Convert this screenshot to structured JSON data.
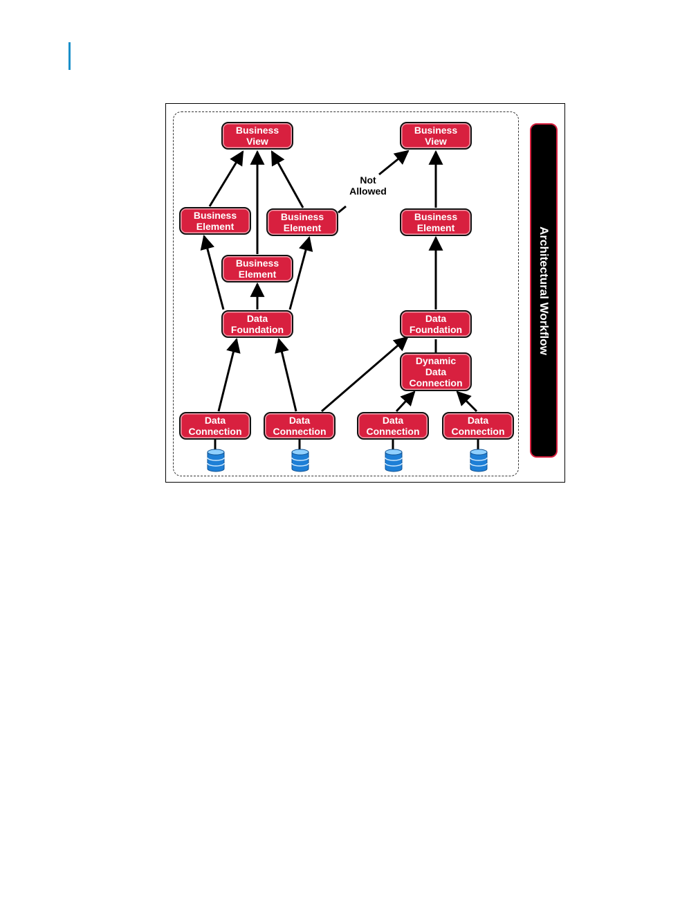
{
  "colors": {
    "node_fill": "#d8203f",
    "node_border": "#111111",
    "banner_fill": "#000000",
    "banner_border": "#d8203f",
    "db_blue": "#1e7fd6",
    "margin_bar": "#1a8fc9"
  },
  "banner": {
    "text": "Architectural Workflow"
  },
  "annotation": {
    "line1": "Not",
    "line2": "Allowed"
  },
  "nodes": {
    "bv_left": {
      "line1": "Business",
      "line2": "View"
    },
    "bv_right": {
      "line1": "Business",
      "line2": "View"
    },
    "be_left": {
      "line1": "Business",
      "line2": "Element"
    },
    "be_mid": {
      "line1": "Business",
      "line2": "Element"
    },
    "be_center": {
      "line1": "Business",
      "line2": "Element"
    },
    "be_right": {
      "line1": "Business",
      "line2": "Element"
    },
    "df_left": {
      "line1": "Data",
      "line2": "Foundation"
    },
    "df_right": {
      "line1": "Data",
      "line2": "Foundation"
    },
    "ddc": {
      "line1": "Dynamic",
      "line2": "Data",
      "line3": "Connection"
    },
    "dc1": {
      "line1": "Data",
      "line2": "Connection"
    },
    "dc2": {
      "line1": "Data",
      "line2": "Connection"
    },
    "dc3": {
      "line1": "Data",
      "line2": "Connection"
    },
    "dc4": {
      "line1": "Data",
      "line2": "Connection"
    }
  },
  "icons": {
    "database": "database-icon"
  }
}
